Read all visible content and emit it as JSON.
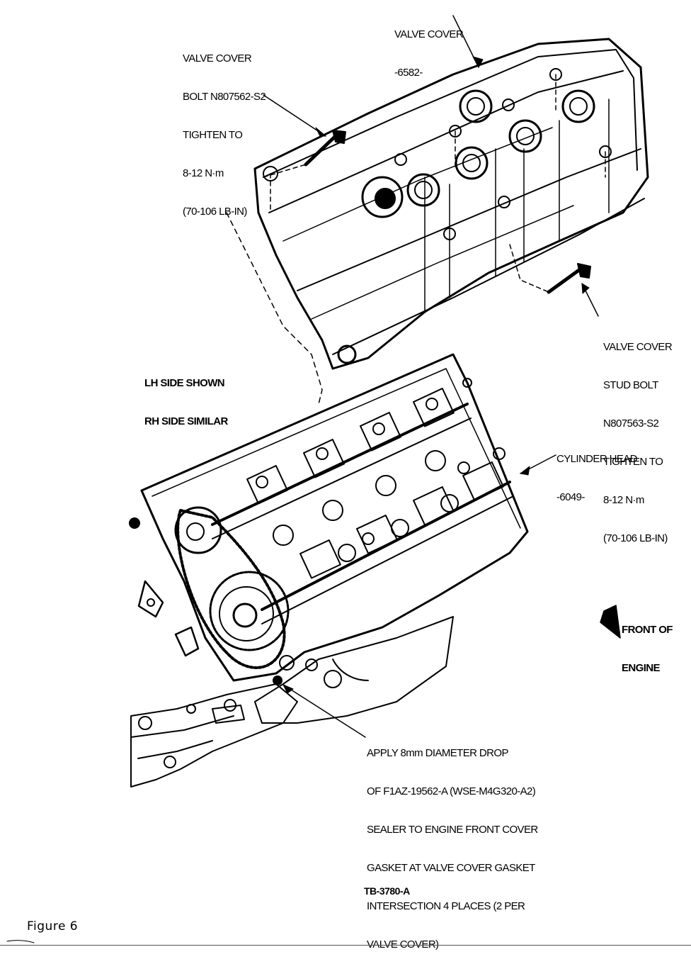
{
  "labels": {
    "valve_cover": [
      "VALVE COVER",
      "-6582-"
    ],
    "valve_cover_bolt": [
      "VALVE COVER",
      "BOLT N807562-S2",
      "TIGHTEN TO",
      "8-12 N·m",
      "(70-106 LB-IN)"
    ],
    "side_note": [
      "LH SIDE SHOWN",
      "RH SIDE SIMILAR"
    ],
    "stud_bolt": [
      "VALVE COVER",
      "STUD BOLT",
      "N807563-S2",
      "TIGHTEN TO",
      "8-12 N·m",
      "(70-106 LB-IN)"
    ],
    "cylinder_head": [
      "CYLINDER HEAD",
      "-6049-"
    ],
    "front_of_engine": [
      "FRONT OF",
      "ENGINE"
    ],
    "sealer_note": [
      "APPLY 8mm DIAMETER DROP",
      "OF F1AZ-19562-A (WSE-M4G320-A2)",
      "SEALER TO ENGINE FRONT COVER",
      "GASKET AT VALVE COVER GASKET",
      "INTERSECTION 4 PLACES (2 PER",
      "VALVE COVER)"
    ]
  },
  "drawing_code": "TB-3780-A",
  "figure_caption": "Figure 6"
}
